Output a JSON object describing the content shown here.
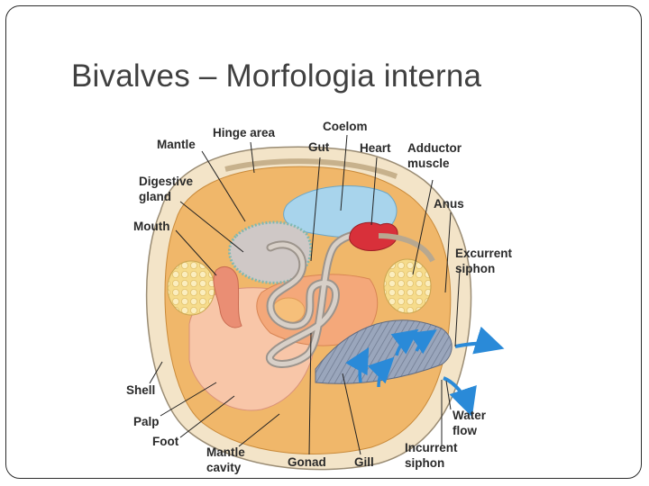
{
  "slide": {
    "title": "Bivalves – Morfologia interna"
  },
  "diagram": {
    "labels": {
      "mantle": "Mantle",
      "hinge_area": "Hinge area",
      "coelom": "Coelom",
      "gut": "Gut",
      "heart": "Heart",
      "adductor_1": "Adductor",
      "adductor_2": "muscle",
      "digestive_1": "Digestive",
      "digestive_2": "gland",
      "anus": "Anus",
      "mouth": "Mouth",
      "excurrent_1": "Excurrent",
      "excurrent_2": "siphon",
      "shell": "Shell",
      "palp": "Palp",
      "foot": "Foot",
      "water_1": "Water",
      "water_2": "flow",
      "mantle_cavity_1": "Mantle",
      "mantle_cavity_2": "cavity",
      "gonad": "Gonad",
      "gill": "Gill",
      "incurrent_1": "Incurrent",
      "incurrent_2": "siphon"
    },
    "colors": {
      "shell": "#f3e4c8",
      "mantle": "#f0b76a",
      "adductor": "#f6dc8c",
      "foot": "#f8c6a8",
      "digestive": "#c8c2c0",
      "coelom": "#a8d4ec",
      "heart": "#d8303a",
      "gill": "#8c98b0",
      "water": "#2a8ad8",
      "gonad": "#f4a87a"
    }
  }
}
